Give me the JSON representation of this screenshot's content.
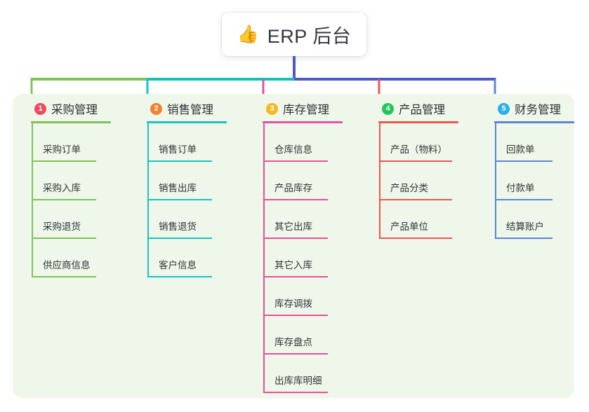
{
  "root": {
    "icon": "thumbs-up-emoji",
    "emoji": "👍",
    "title": "ERP 后台"
  },
  "colors": {
    "panel_bg": "#eef7e9",
    "card_bg": "#ffffff",
    "text": "#32363c",
    "stem_blue": "#4a5bc4",
    "bar_green": "#7dc455",
    "bar_teal": "#14c1ae",
    "bar_blue": "#4a5bc4"
  },
  "columns": [
    {
      "index": "1",
      "label": "采购管理",
      "badge_color": "#ee4b5e",
      "line_color": "#7dc455",
      "items": [
        "采购订单",
        "采购入库",
        "采购退货",
        "供应商信息"
      ]
    },
    {
      "index": "2",
      "label": "销售管理",
      "badge_color": "#f0812e",
      "line_color": "#19c3c0",
      "items": [
        "销售订单",
        "销售出库",
        "销售退货",
        "客户信息"
      ]
    },
    {
      "index": "3",
      "label": "库存管理",
      "badge_color": "#f5b921",
      "line_color": "#ea4e9c",
      "items": [
        "仓库信息",
        "产品库存",
        "其它出库",
        "其它入库",
        "库存调拨",
        "库存盘点",
        "出库库明细"
      ]
    },
    {
      "index": "4",
      "label": "产品管理",
      "badge_color": "#22c55e",
      "line_color": "#f1564f",
      "items": [
        "产品（物料）",
        "产品分类",
        "产品单位"
      ]
    },
    {
      "index": "5",
      "label": "财务管理",
      "badge_color": "#29b0e8",
      "line_color": "#5b86d8",
      "items": [
        "回款单",
        "付款单",
        "结算账户"
      ]
    }
  ]
}
